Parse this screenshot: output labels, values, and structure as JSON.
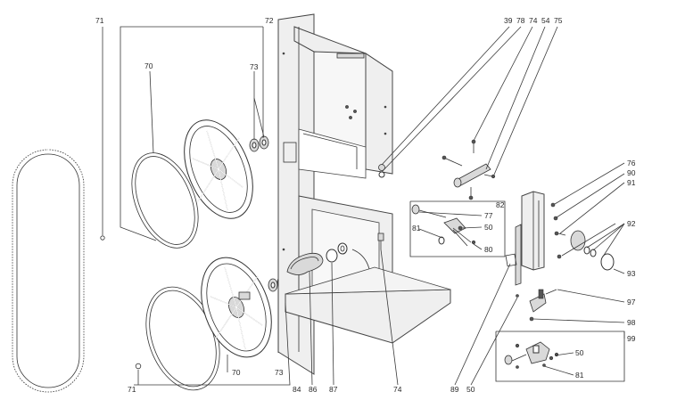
{
  "labels": {
    "l71a": "71",
    "l72": "72",
    "l70a": "70",
    "l73a": "73",
    "l39": "39",
    "l78": "78",
    "l74a": "74",
    "l54": "54",
    "l75": "75",
    "l76": "76",
    "l90": "90",
    "l91": "91",
    "l92": "92",
    "l93": "93",
    "l77": "77",
    "l82": "82",
    "l50a": "50",
    "l81a": "81",
    "l80": "80",
    "l97": "97",
    "l98": "98",
    "l99": "99",
    "l50b": "50",
    "l81b": "81",
    "l71b": "71",
    "l70b": "70",
    "l73b": "73",
    "l84": "84",
    "l86": "86",
    "l87": "87",
    "l74b": "74",
    "l89": "89",
    "l50c": "50"
  }
}
